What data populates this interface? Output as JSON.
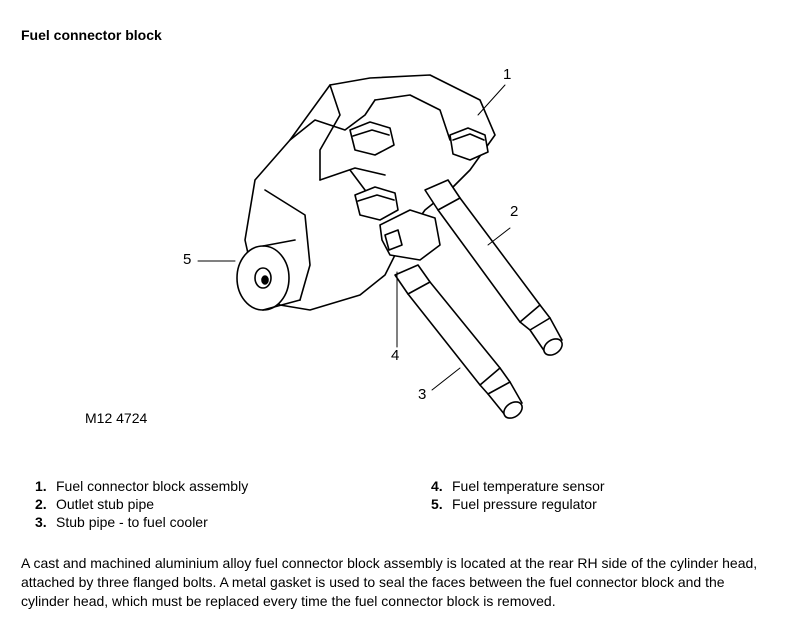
{
  "heading": "Fuel connector block",
  "figure": {
    "id": "M12 4724",
    "callouts": [
      "1",
      "2",
      "3",
      "4",
      "5"
    ]
  },
  "legend": {
    "left": [
      {
        "num": "1.",
        "label": "Fuel connector block assembly"
      },
      {
        "num": "2.",
        "label": "Outlet stub pipe"
      },
      {
        "num": "3.",
        "label": "Stub pipe - to fuel cooler"
      }
    ],
    "right": [
      {
        "num": "4.",
        "label": "Fuel temperature sensor"
      },
      {
        "num": "5.",
        "label": "Fuel pressure regulator"
      }
    ]
  },
  "description": "A cast and machined aluminium alloy fuel connector block assembly is located at the rear RH side of the cylinder head, attached by three flanged bolts. A metal gasket is used to seal the faces between the fuel connector block and the cylinder head, which must be replaced every time the fuel connector block is removed."
}
